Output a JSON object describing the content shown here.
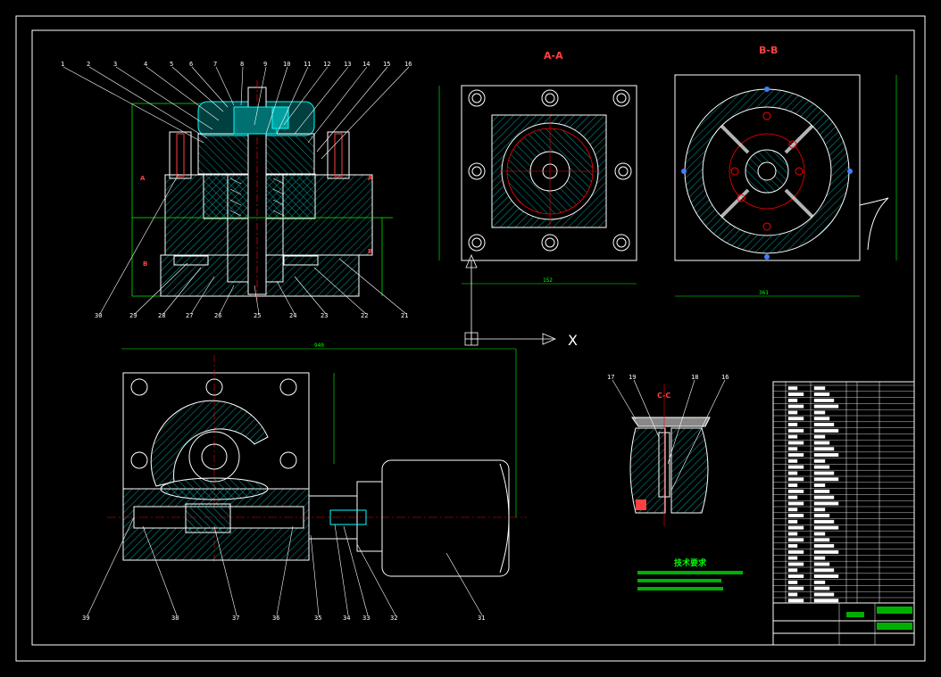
{
  "drawing": {
    "section_labels": {
      "aa": "A-A",
      "bb": "B-B",
      "cc": "C-C",
      "a_small": "A",
      "b_small": "B"
    },
    "axis_label": "X",
    "part_numbers_top": [
      "1",
      "2",
      "3",
      "4",
      "5",
      "6",
      "7",
      "8",
      "9",
      "10",
      "11",
      "12",
      "13",
      "14",
      "15",
      "16"
    ],
    "part_numbers_upper_bottom": [
      "30",
      "29",
      "28",
      "27",
      "26",
      "25",
      "24",
      "23",
      "22",
      "21"
    ],
    "part_numbers_lower_bottom": [
      "39",
      "38",
      "37",
      "36",
      "35",
      "34",
      "33",
      "32",
      "31"
    ],
    "part_numbers_cc": [
      "17",
      "19",
      "18",
      "16"
    ],
    "dimensions": {
      "aa_width": "152",
      "bb_width": "361",
      "lower_width": "940"
    },
    "technical_notes": {
      "title": "技术要求"
    }
  },
  "colors": {
    "background": "#000000",
    "outline": "#ffffff",
    "dimension": "#00ff00",
    "centerline": "#ff0000",
    "hatch": "#00a0a0",
    "highlight": "#00ffff"
  }
}
